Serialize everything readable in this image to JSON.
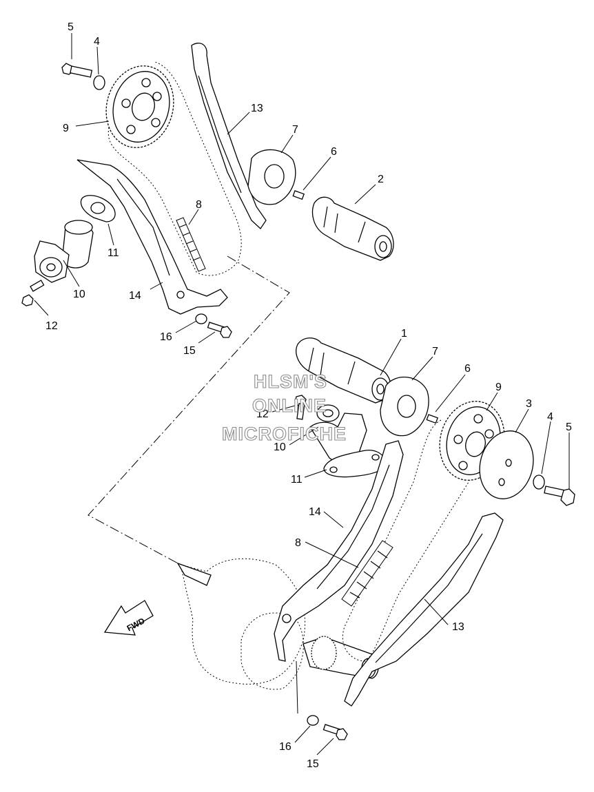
{
  "watermark": [
    "HLSM'S",
    "ONLINE",
    "MICROFICHE"
  ],
  "fwd_label": "FWD",
  "callouts": [
    {
      "key": "c5a",
      "text": "5"
    },
    {
      "key": "c4a",
      "text": "4"
    },
    {
      "key": "c9a",
      "text": "9"
    },
    {
      "key": "c13a",
      "text": "13"
    },
    {
      "key": "c7a",
      "text": "7"
    },
    {
      "key": "c6a",
      "text": "6"
    },
    {
      "key": "c2",
      "text": "2"
    },
    {
      "key": "c8a",
      "text": "8"
    },
    {
      "key": "c11a",
      "text": "11"
    },
    {
      "key": "c10a",
      "text": "10"
    },
    {
      "key": "c14a",
      "text": "14"
    },
    {
      "key": "c12a",
      "text": "12"
    },
    {
      "key": "c16a",
      "text": "16"
    },
    {
      "key": "c15a",
      "text": "15"
    },
    {
      "key": "c1",
      "text": "1"
    },
    {
      "key": "c7b",
      "text": "7"
    },
    {
      "key": "c6b",
      "text": "6"
    },
    {
      "key": "c9b",
      "text": "9"
    },
    {
      "key": "c3",
      "text": "3"
    },
    {
      "key": "c4b",
      "text": "4"
    },
    {
      "key": "c5b",
      "text": "5"
    },
    {
      "key": "c12b",
      "text": "12"
    },
    {
      "key": "c10b",
      "text": "10"
    },
    {
      "key": "c11b",
      "text": "11"
    },
    {
      "key": "c14b",
      "text": "14"
    },
    {
      "key": "c8b",
      "text": "8"
    },
    {
      "key": "c13b",
      "text": "13"
    },
    {
      "key": "c16b",
      "text": "16"
    },
    {
      "key": "c15b",
      "text": "15"
    }
  ]
}
